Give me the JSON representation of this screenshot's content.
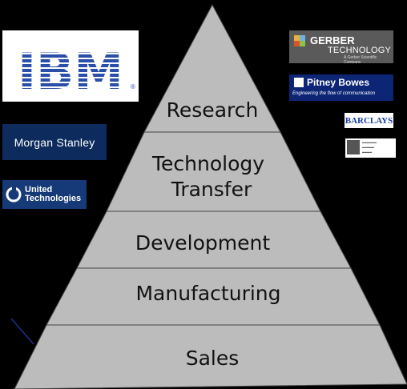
{
  "pyramid": {
    "layers": [
      "Research",
      "Technology Transfer",
      "Development",
      "Manufacturing",
      "Sales"
    ],
    "fill_color": "#bcbcbc",
    "edge_color": "#444444",
    "text_color": "#111111"
  },
  "logos": {
    "ibm": {
      "text": "IBM",
      "color": "#2a4fa8"
    },
    "morgan_stanley": {
      "text": "Morgan Stanley"
    },
    "united_technologies": {
      "line1": "United",
      "line2": "Technologies"
    },
    "gerber": {
      "line1": "GERBER",
      "line2": "TECHNOLOGY",
      "line3": "A Gerber Scientific Company"
    },
    "pitney_bowes": {
      "name": "Pitney Bowes",
      "tagline": "Engineering the flow of communication"
    },
    "barclays": {
      "text": "BARCLAYS"
    }
  },
  "background": "#000000"
}
